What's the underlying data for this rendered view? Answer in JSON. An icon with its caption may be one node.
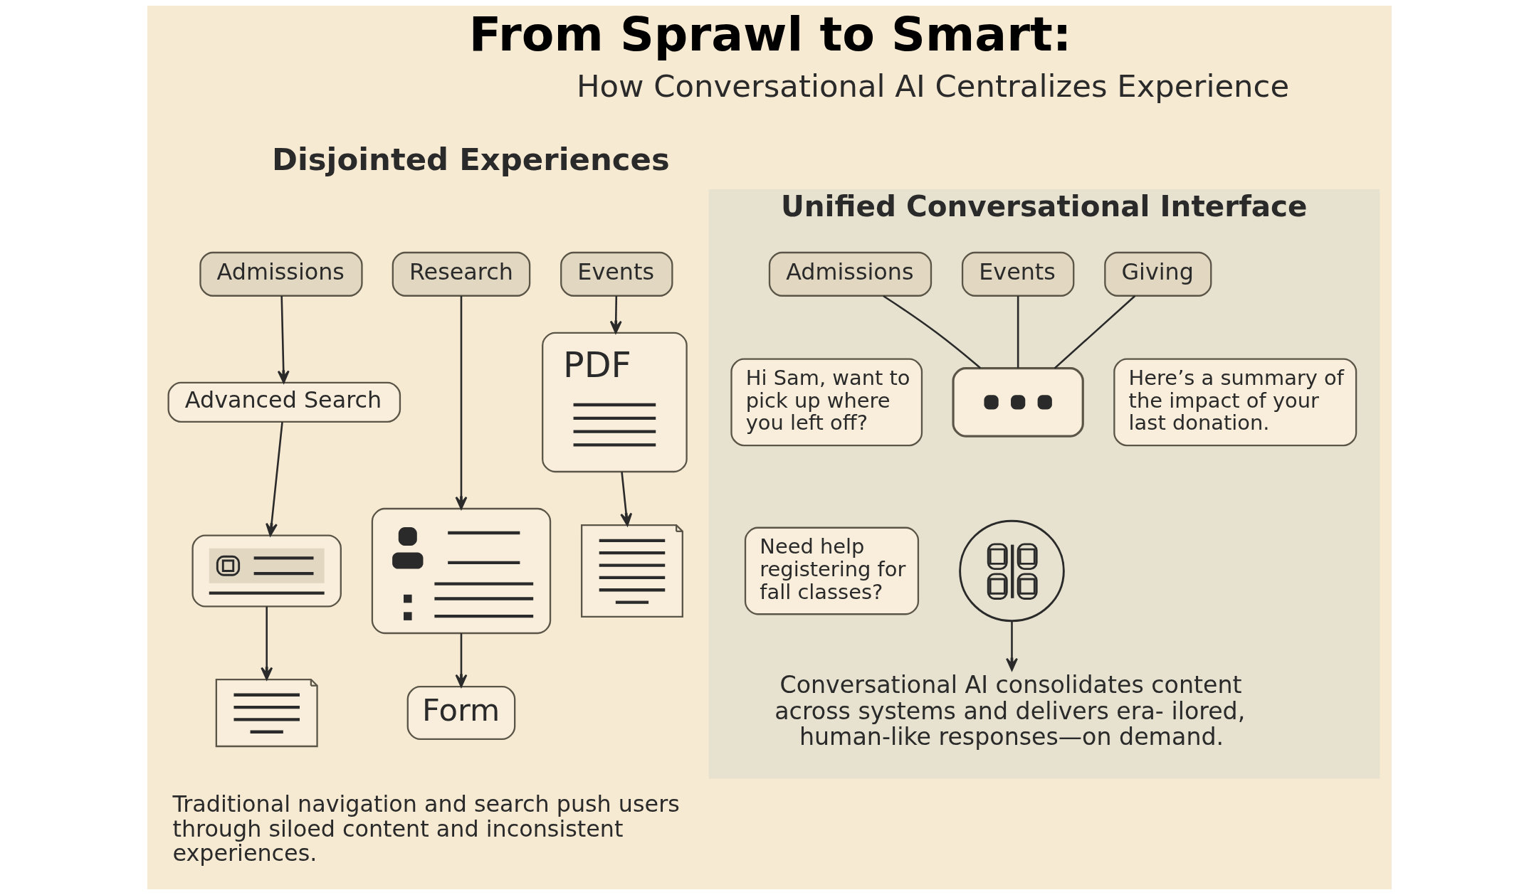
{
  "diagram": {
    "title": "From Sprawl to Smart:",
    "nodes": [
      {
        "text": [
          "Admissions"
        ]
      },
      {
        "text": [
          "Research"
        ]
      },
      {
        "text": [
          "Events"
        ]
      },
      {
        "text": [
          "Advanced Search"
        ]
      },
      {
        "text": [
          "PDF"
        ]
      },
      {
        "text": [],
        "shape": "picture"
      },
      {
        "text": [],
        "shape": "picture"
      },
      {
        "text": [],
        "shape": "document"
      },
      {
        "text": [],
        "shape": "document"
      },
      {
        "text": [
          "Form"
        ]
      },
      {
        "text": [
          "Unified Conversational Interface"
        ]
      },
      {
        "text": [
          "Admissions"
        ],
        "in": 10
      },
      {
        "text": [
          "Events"
        ],
        "in": 10
      },
      {
        "text": [
          "Giving"
        ],
        "in": 10
      },
      {
        "text": [
          "Hi Sam, want to pick up where you left off?"
        ],
        "in": 10
      },
      {
        "text": [
          "Here’s a summary of the impact of your last donation."
        ],
        "in": 10
      },
      {
        "text": [],
        "shape": "bubble",
        "in": 10
      },
      {
        "text": [
          "Need help registering for fall classes?"
        ],
        "in": 10
      },
      {
        "text": [],
        "shape": "brain",
        "in": 10
      },
      {
        "text": [
          "Conversational AI consolidates content across systems and delivers era- ilored, human-like responses—on demand."
        ],
        "in": 10
      }
    ],
    "edges": [
      {
        "from": 0,
        "to": 3,
        "arrow": "to"
      },
      {
        "from": 3,
        "to": 5,
        "arrow": "to"
      },
      {
        "from": 5,
        "to": 8,
        "arrow": "to"
      },
      {
        "from": 1,
        "to": 6,
        "arrow": "to"
      },
      {
        "from": 6,
        "to": 9,
        "arrow": "to"
      },
      {
        "from": 2,
        "to": 4,
        "arrow": "to"
      },
      {
        "from": 4,
        "to": 7,
        "arrow": "to"
      },
      {
        "from": 11,
        "to": 16,
        "arrow": "none"
      },
      {
        "from": 12,
        "to": 16,
        "arrow": "none"
      },
      {
        "from": 13,
        "to": 16,
        "arrow": "none"
      },
      {
        "from": 18,
        "to": 19,
        "arrow": "to"
      }
    ],
    "labels": [
      "How Conversational AI Centralizes Experience",
      "Disjointed Experiences",
      "Traditional navigation and search push users through siloed content and inconsistent experiences."
    ]
  }
}
